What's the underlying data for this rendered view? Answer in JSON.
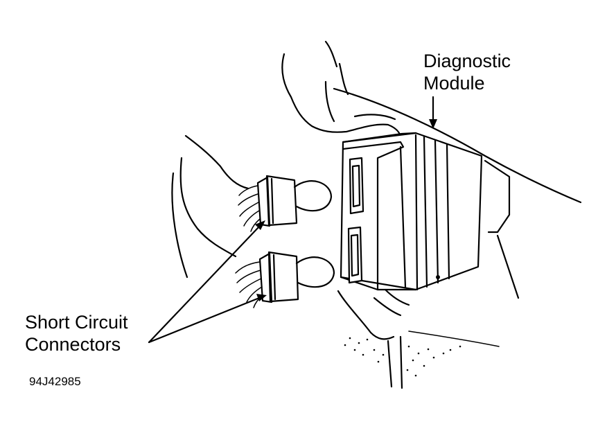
{
  "labels": {
    "diagnostic_module_line1": "Diagnostic",
    "diagnostic_module_line2": "Module",
    "short_circuit_line1": "Short Circuit",
    "short_circuit_line2": "Connectors",
    "figure_code": "94J42985"
  },
  "colors": {
    "ink": "#000000",
    "paper": "#ffffff"
  }
}
